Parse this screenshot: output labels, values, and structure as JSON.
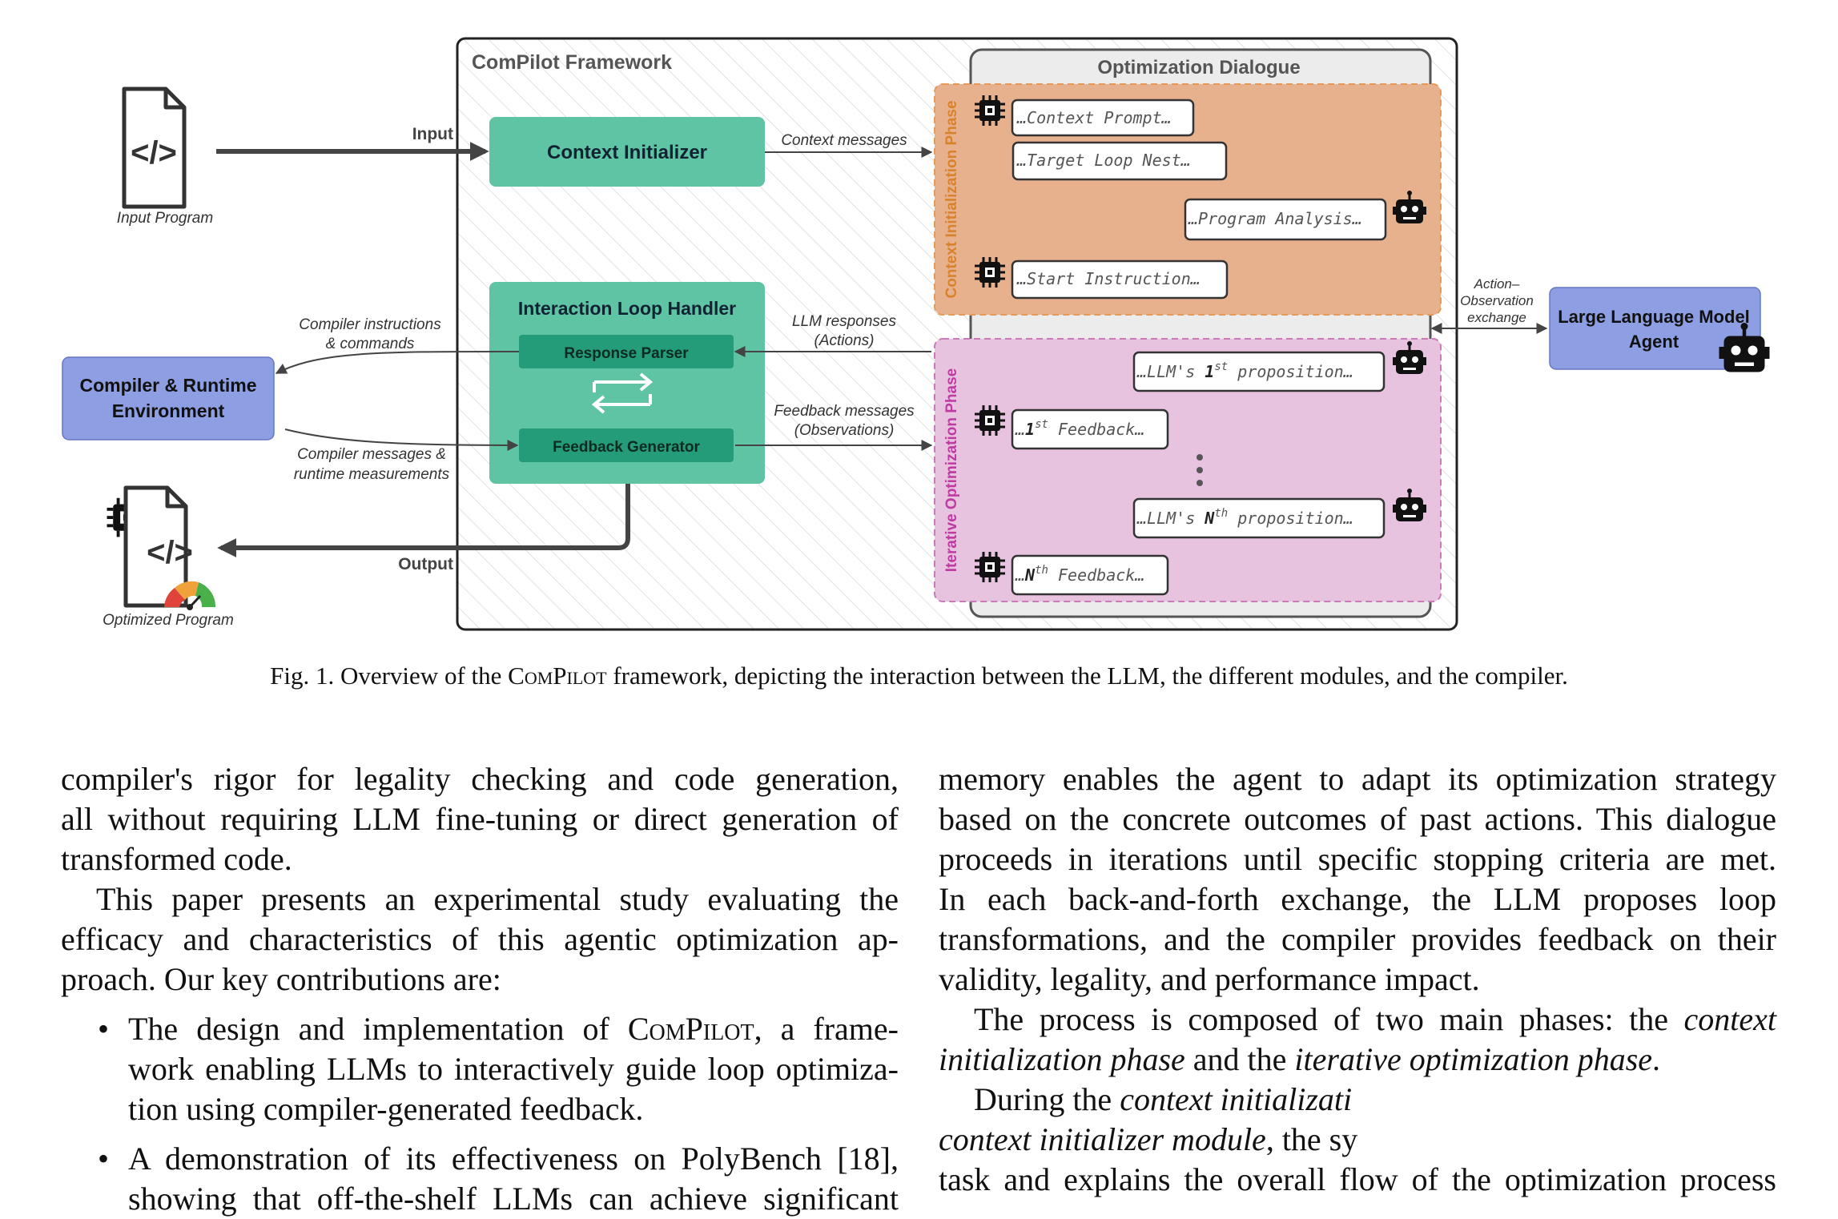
{
  "figure": {
    "framework_title": "ComPilot Framework",
    "dialogue_title": "Optimization Dialogue",
    "input_program": "Input Program",
    "optimized_program": "Optimized Program",
    "input_label": "Input",
    "output_label": "Output",
    "context_initializer": "Context Initializer",
    "context_messages": "Context messages",
    "interaction_loop_handler": "Interaction Loop Handler",
    "response_parser": "Response Parser",
    "feedback_generator": "Feedback Generator",
    "compiler_env_line1": "Compiler & Runtime",
    "compiler_env_line2": "Environment",
    "compiler_instr_line1": "Compiler instructions",
    "compiler_instr_line2": "& commands",
    "compiler_msgs_line1": "Compiler messages &",
    "compiler_msgs_line2": "runtime measurements",
    "llm_responses_line1": "LLM responses",
    "llm_responses_line2": "(Actions)",
    "feedback_msgs_line1": "Feedback messages",
    "feedback_msgs_line2": "(Observations)",
    "phase_context": "Context Initialization Phase",
    "phase_iterative": "Iterative Optimization Phase",
    "msg_context_prompt": "…Context Prompt…",
    "msg_target_loop": "…Target Loop Nest…",
    "msg_program_analysis": "…Program Analysis…",
    "msg_start_instruction": "…Start Instruction…",
    "msg_llm_1st_a": "…LLM's ",
    "msg_llm_1st_b": "1",
    "msg_llm_1st_sup": "st",
    "msg_llm_1st_c": " proposition…",
    "msg_fb_1st_a": "…",
    "msg_fb_1st_b": "1",
    "msg_fb_1st_sup": "st",
    "msg_fb_1st_c": " Feedback…",
    "msg_llm_nth_a": "…LLM's ",
    "msg_llm_nth_b": "N",
    "msg_llm_nth_sup": "th",
    "msg_llm_nth_c": " proposition…",
    "msg_fb_nth_a": "…",
    "msg_fb_nth_b": "N",
    "msg_fb_nth_sup": "th",
    "msg_fb_nth_c": " Feedback…",
    "action_obs_line1": "Action–",
    "action_obs_line2": "Observation",
    "action_obs_line3": "exchange",
    "llm_agent_line1": "Large Language Model",
    "llm_agent_line2": "Agent",
    "colors": {
      "teal": "#5fc4a3",
      "teal_dark": "#249c79",
      "blue_box": "#8d9ee3",
      "orange_phase": "#e7b18d",
      "pink_phase": "#e7c3df",
      "phase_orange_text": "#d9822b",
      "phase_pink_text": "#c03aa4"
    }
  },
  "caption": {
    "prefix": "Fig. 1.  Overview of the ",
    "name": "ComPilot",
    "suffix": " framework, depicting the interaction between the LLM, the different modules, and the compiler."
  },
  "text": {
    "left_p1_l1": "compiler's rigor for legality checking and code generation,",
    "left_p1_l2": "all without requiring LLM fine-tuning or direct generation of",
    "left_p1_l3": "transformed code.",
    "left_p2_l1": "This paper presents an experimental study evaluating the",
    "left_p2_l2": "efficacy and characteristics of this agentic optimization ap-",
    "left_p2_l3": "proach. Our key contributions are:",
    "bullet_symbol": "•",
    "b1_l1a": "The design and implementation of ",
    "b1_name": "ComPilot",
    "b1_l1b": ", a frame-",
    "b1_l2": "work enabling LLMs to interactively guide loop optimiza-",
    "b1_l3": "tion using compiler-generated feedback.",
    "b2_l1": "A demonstration of its effectiveness on PolyBench [18],",
    "b2_l2": "showing that off-the-shelf LLMs can achieve significant",
    "right_p1_l1": "memory enables the agent to adapt its optimization strategy",
    "right_p1_l2": "based on the concrete outcomes of past actions. This dialogue",
    "right_p1_l3": "proceeds in iterations until specific stopping criteria are met.",
    "right_p1_l4": "In each back-and-forth exchange, the LLM proposes loop",
    "right_p1_l5": "transformations, and the compiler provides feedback on their",
    "right_p1_l6": "validity, legality, and performance impact.",
    "right_p2_l1a": "The process is composed of two main phases: the ",
    "right_p2_l1b": "context",
    "right_p2_l2a": "initialization phase",
    "right_p2_l2b": " and the ",
    "right_p2_l2c": "iterative optimization phase",
    "right_p2_l2d": ".",
    "right_p3_l1a": "During the ",
    "right_p3_l1b": "context initializati",
    "right_p3_l2a": "context initializer module",
    "right_p3_l2b": ", the sy",
    "right_p3_l3": "task and explains the overall flow of the optimization process"
  }
}
